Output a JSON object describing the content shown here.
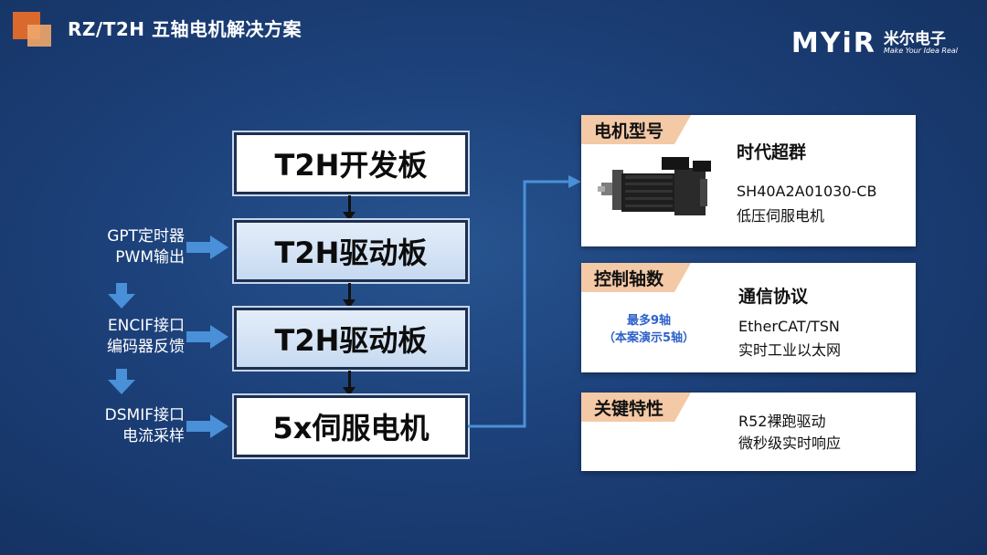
{
  "header": {
    "title": "RZ/T2H 五轴电机解决方案",
    "brand_logo": "MYiR",
    "brand_cn": "米尔电子",
    "brand_slogan": "Make Your Idea Real"
  },
  "flow": {
    "boxes": [
      "T2H开发板",
      "T2H驱动板",
      "T2H驱动板",
      "5x伺服电机"
    ]
  },
  "signals": [
    {
      "line1": "GPT定时器",
      "line2": "PWM输出"
    },
    {
      "line1": "ENCIF接口",
      "line2": "编码器反馈"
    },
    {
      "line1": "DSMIF接口",
      "line2": "电流采样"
    }
  ],
  "cards": {
    "motor": {
      "tab": "电机型号",
      "heading": "时代超群",
      "line1": "SH40A2A01030-CB",
      "line2": "低压伺服电机"
    },
    "axes": {
      "tab": "控制轴数",
      "note1": "最多9轴",
      "note2": "（本案演示5轴）",
      "heading": "通信协议",
      "line1": "EtherCAT/TSN",
      "line2": "实时工业以太网"
    },
    "features": {
      "tab": "关键特性",
      "line1": "R52裸跑驱动",
      "line2": "微秒级实时响应"
    }
  },
  "colors": {
    "accent_orange": "#d9692c",
    "tab_peach": "#f4c9a6",
    "arrow_blue": "#4a90d9",
    "note_blue": "#2f62c9"
  }
}
